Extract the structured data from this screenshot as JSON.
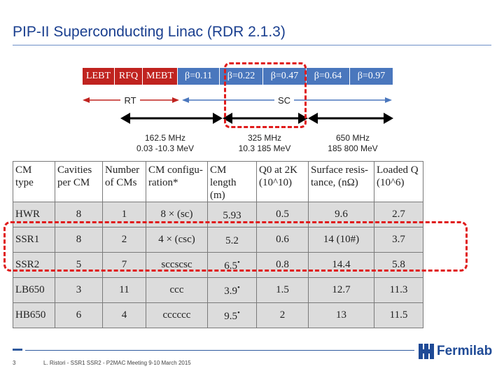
{
  "slide": {
    "title": "PIP-II Superconducting Linac (RDR 2.1.3)",
    "page_number": "3",
    "footer": "L. Ristori - SSR1 SSR2 - P2MAC Meeting 9-10 March 2015",
    "logo_text": "Fermilab"
  },
  "linac": {
    "sections": [
      {
        "label": "LEBT",
        "color": "#c0231f"
      },
      {
        "label": "RFQ",
        "color": "#c0231f"
      },
      {
        "label": "MEBT",
        "color": "#c0231f"
      },
      {
        "label": "β=0.11",
        "color": "#4a77bd"
      },
      {
        "label": "β=0.22",
        "color": "#4a77bd"
      },
      {
        "label": "β=0.47",
        "color": "#4a77bd"
      },
      {
        "label": "β=0.64",
        "color": "#4a77bd"
      },
      {
        "label": "β=0.97",
        "color": "#4a77bd"
      }
    ],
    "rt_label": "RT",
    "sc_label": "SC",
    "freq_groups": [
      {
        "freq": "162.5 MHz",
        "energy": "0.03 -10.3 MeV"
      },
      {
        "freq": "325 MHz",
        "energy": "10.3 185 MeV"
      },
      {
        "freq": "650 MHz",
        "energy": "185 800 MeV"
      }
    ],
    "colors": {
      "rt_arrow": "#c0231f",
      "sc_arrow": "#4a77bd",
      "highlight": "#e01b1b"
    }
  },
  "table": {
    "headers": [
      [
        "CM",
        "type"
      ],
      [
        "Cavities",
        "per CM"
      ],
      [
        "Number",
        "of CMs"
      ],
      [
        "CM configu-",
        "ration*"
      ],
      [
        "CM length",
        "(m)"
      ],
      [
        "Q0 at 2K",
        "(10^10)"
      ],
      [
        "Surface resis-",
        "tance, (nΩ)"
      ],
      [
        "Loaded Q",
        "(10^6)"
      ]
    ],
    "rows": [
      {
        "type": "HWR",
        "cavities": "8",
        "num_cms": "1",
        "config": "8 × (sc)",
        "length": "5.93",
        "mark": "",
        "q0": "0.5",
        "resistance": "9.6",
        "loaded_q": "2.7"
      },
      {
        "type": "SSR1",
        "cavities": "8",
        "num_cms": "2",
        "config": "4 × (csc)",
        "length": "5.2",
        "mark": "",
        "q0": "0.6",
        "resistance": "14 (10#)",
        "loaded_q": "3.7"
      },
      {
        "type": "SSR2",
        "cavities": "5",
        "num_cms": "7",
        "config": "sccscsc",
        "length": "6.5",
        "mark": "•",
        "q0": "0.8",
        "resistance": "14.4",
        "loaded_q": "5.8"
      },
      {
        "type": "LB650",
        "cavities": "3",
        "num_cms": "11",
        "config": "ccc",
        "length": "3.9",
        "mark": "•",
        "q0": "1.5",
        "resistance": "12.7",
        "loaded_q": "11.3"
      },
      {
        "type": "HB650",
        "cavities": "6",
        "num_cms": "4",
        "config": "cccccc",
        "length": "9.5",
        "mark": "•",
        "q0": "2",
        "resistance": "13",
        "loaded_q": "11.5"
      }
    ]
  }
}
